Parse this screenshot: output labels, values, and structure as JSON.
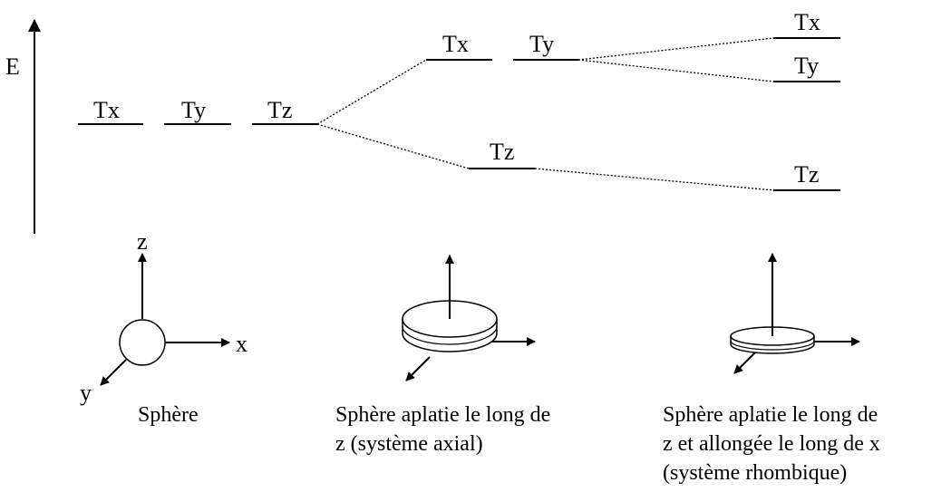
{
  "energy_axis": {
    "label": "E"
  },
  "levels": {
    "sphere": [
      "Tx",
      "Ty",
      "Tz"
    ],
    "axial_upper": [
      "Tx",
      "Ty"
    ],
    "axial_lower": "Tz",
    "rhombic": [
      "Tx",
      "Ty",
      "Tz"
    ]
  },
  "axes_labels": {
    "z": "z",
    "x": "x",
    "y": "y"
  },
  "captions": {
    "sphere": "Sphère",
    "axial": [
      "Sphère aplatie le long de",
      "z (système axial)"
    ],
    "rhombic": [
      "Sphère aplatie le long de",
      "z et allongée le long de x",
      "(système rhombique)"
    ]
  },
  "colors": {
    "ink": "#000000",
    "background": "#ffffff"
  }
}
